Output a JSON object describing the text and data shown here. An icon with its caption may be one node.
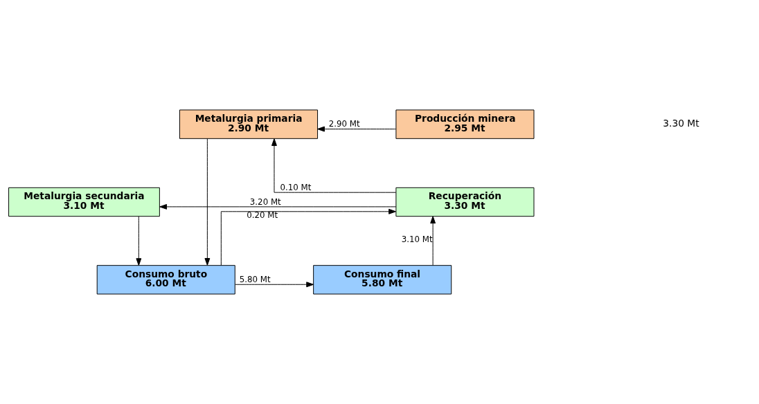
{
  "diagram": {
    "nodes": [
      {
        "text": [
          "Metalurgia primaria",
          "2.90 Mt"
        ]
      },
      {
        "text": [
          "Producción minera",
          "2.95 Mt"
        ]
      },
      {
        "text": [
          "Metalurgia secundaria",
          "3.10 Mt"
        ]
      },
      {
        "text": [
          "Recuperación",
          "3.30 Mt"
        ]
      },
      {
        "text": [
          "Consumo bruto",
          "6.00 Mt"
        ]
      },
      {
        "text": [
          "Consumo final",
          "5.80 Mt"
        ]
      }
    ],
    "edges": [
      {
        "from": 1,
        "to": 0,
        "arrow": "to",
        "label": "2.90 Mt"
      },
      {
        "from": 3,
        "to": 0,
        "arrow": "to",
        "label": "0.10 Mt"
      },
      {
        "from": 3,
        "to": 2,
        "arrow": "to",
        "label": "3.20 Mt"
      },
      {
        "from": 0,
        "to": 4,
        "arrow": "to"
      },
      {
        "from": 2,
        "to": 4,
        "arrow": "to"
      },
      {
        "from": 4,
        "to": 5,
        "arrow": "to",
        "label": "5.80 Mt"
      },
      {
        "from": 4,
        "to": 3,
        "arrow": "to",
        "label": "0.20 Mt"
      },
      {
        "from": 5,
        "to": 3,
        "arrow": "to",
        "label": "3.10 Mt"
      }
    ],
    "labels": [
      "3.30 Mt"
    ]
  }
}
